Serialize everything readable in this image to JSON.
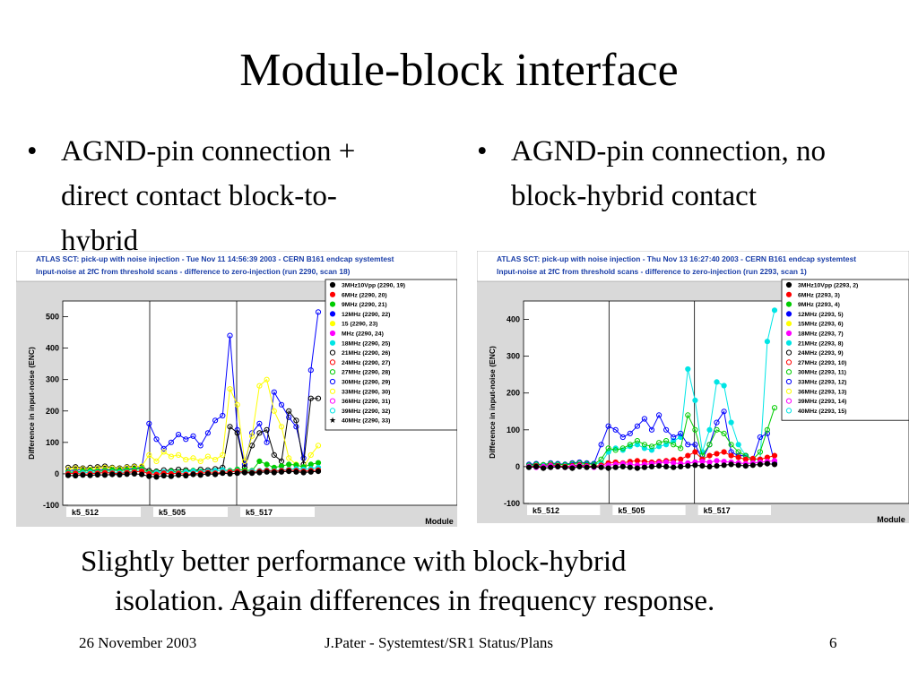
{
  "slide": {
    "title": "Module-block interface",
    "bullet_glyph": "•",
    "bullets": [
      {
        "lines": [
          "AGND-pin connection +",
          "direct contact block-to-",
          "hybrid"
        ]
      },
      {
        "lines": [
          "AGND-pin connection, no",
          "block-hybrid contact"
        ]
      }
    ],
    "summary_lines": [
      "Slightly better performance with block-hybrid",
      "isolation. Again differences in frequency response."
    ],
    "footer": {
      "date": "26 November 2003",
      "center": "J.Pater - Systemtest/SR1 Status/Plans",
      "page": "6"
    }
  },
  "chart_data": [
    {
      "type": "line",
      "header": [
        "ATLAS SCT: pick-up with noise injection  -  Tue Nov 11 14:56:39 2003  -  CERN B161 endcap systemtest",
        "Input-noise at 2fC from threshold scans - difference to zero-injection  (run 2290, scan 18)"
      ],
      "ylabel": "Difference in input-noise (ENC)",
      "xlabel": "Module",
      "ylim": [
        -100,
        550
      ],
      "yticks": [
        -100,
        0,
        100,
        200,
        300,
        400,
        500
      ],
      "groups": [
        "k5_512",
        "k5_505",
        "k5_517"
      ],
      "legend": [
        {
          "label": "3MHz10Vpp (2290, 19)",
          "color": "#000000",
          "filled": true
        },
        {
          "label": "6MHz (2290, 20)",
          "color": "#ff0000",
          "filled": true
        },
        {
          "label": "9MHz (2290, 21)",
          "color": "#00cc00",
          "filled": true
        },
        {
          "label": "12MHz (2290, 22)",
          "color": "#0000ff",
          "filled": true
        },
        {
          "label": "15 (2290, 23)",
          "color": "#ffff00",
          "filled": true
        },
        {
          "label": "MHz (2290, 24)",
          "color": "#ff00ff",
          "filled": true
        },
        {
          "label": "18MHz (2290, 25)",
          "color": "#00e5e5",
          "filled": true
        },
        {
          "label": "21MHz (2290, 26)",
          "color": "#000000",
          "filled": false
        },
        {
          "label": "24MHz (2290, 27)",
          "color": "#ff0000",
          "filled": false
        },
        {
          "label": "27MHz (2290, 28)",
          "color": "#00cc00",
          "filled": false
        },
        {
          "label": "30MHz (2290, 29)",
          "color": "#0000ff",
          "filled": false
        },
        {
          "label": "33MHz (2290, 30)",
          "color": "#ffff00",
          "filled": false
        },
        {
          "label": "36MHz (2290, 31)",
          "color": "#ff00ff",
          "filled": false
        },
        {
          "label": "39MHz (2290, 32)",
          "color": "#00e5e5",
          "filled": false
        },
        {
          "label": "40MHz (2290, 33)",
          "color": "#000000",
          "filled": true,
          "marker": "star"
        }
      ],
      "series": [
        {
          "color": "#0000ff",
          "filled": false,
          "values": [
            10,
            12,
            14,
            10,
            12,
            15,
            12,
            14,
            16,
            18,
            20,
            160,
            110,
            80,
            100,
            125,
            110,
            120,
            90,
            130,
            170,
            185,
            440,
            140,
            30,
            130,
            160,
            100,
            260,
            220,
            180,
            150,
            50,
            330,
            515
          ]
        },
        {
          "color": "#000000",
          "filled": false,
          "values": [
            20,
            22,
            18,
            20,
            22,
            24,
            20,
            18,
            22,
            24,
            22,
            10,
            8,
            12,
            10,
            14,
            12,
            10,
            14,
            12,
            16,
            20,
            150,
            130,
            20,
            90,
            130,
            140,
            60,
            40,
            200,
            170,
            30,
            240,
            240
          ]
        },
        {
          "color": "#ffff00",
          "filled": false,
          "values": [
            15,
            18,
            16,
            14,
            18,
            20,
            18,
            16,
            20,
            22,
            24,
            60,
            40,
            70,
            55,
            60,
            45,
            50,
            40,
            55,
            45,
            60,
            270,
            220,
            40,
            120,
            280,
            300,
            200,
            150,
            50,
            30,
            20,
            60,
            90
          ]
        },
        {
          "color": "#00cc00",
          "filled": true,
          "values": [
            5,
            6,
            8,
            10,
            8,
            10,
            12,
            10,
            12,
            14,
            16,
            5,
            6,
            4,
            8,
            6,
            8,
            10,
            8,
            6,
            10,
            12,
            10,
            14,
            12,
            10,
            40,
            30,
            20,
            25,
            30,
            28,
            22,
            30,
            35
          ]
        },
        {
          "color": "#00e5e5",
          "filled": true,
          "values": [
            2,
            4,
            3,
            5,
            4,
            6,
            5,
            4,
            6,
            8,
            10,
            2,
            4,
            6,
            5,
            4,
            6,
            8,
            6,
            8,
            10,
            12,
            8,
            10,
            6,
            8,
            10,
            12,
            10,
            12,
            14,
            16,
            14,
            16,
            20
          ]
        },
        {
          "color": "#ff0000",
          "filled": true,
          "values": [
            0,
            2,
            -2,
            0,
            2,
            4,
            2,
            0,
            4,
            6,
            8,
            0,
            -2,
            2,
            0,
            2,
            -2,
            0,
            2,
            4,
            2,
            4,
            6,
            8,
            6,
            4,
            8,
            10,
            8,
            10,
            12,
            10,
            8,
            10,
            12
          ]
        },
        {
          "color": "#000000",
          "filled": true,
          "values": [
            -5,
            -6,
            -4,
            -5,
            -3,
            -4,
            -2,
            -3,
            -1,
            0,
            -2,
            -8,
            -10,
            -6,
            -8,
            -4,
            -6,
            -2,
            -4,
            0,
            -2,
            2,
            0,
            2,
            4,
            2,
            4,
            6,
            4,
            6,
            8,
            6,
            4,
            6,
            8
          ]
        }
      ]
    },
    {
      "type": "line",
      "header": [
        "ATLAS SCT: pick-up with noise injection  -  Thu Nov 13 16:27:40 2003  -  CERN B161 endcap systemtest",
        "Input-noise at 2fC from threshold scans - difference to zero-injection  (run 2293, scan 1)"
      ],
      "ylabel": "Difference in input-noise (ENC)",
      "xlabel": "Module",
      "ylim": [
        -100,
        450
      ],
      "yticks": [
        -100,
        0,
        100,
        200,
        300,
        400
      ],
      "groups": [
        "k5_512",
        "k5_505",
        "k5_517"
      ],
      "legend": [
        {
          "label": "3MHz10Vpp (2293, 2)",
          "color": "#000000",
          "filled": true
        },
        {
          "label": "6MHz (2293, 3)",
          "color": "#ff0000",
          "filled": true
        },
        {
          "label": "9MHz (2293, 4)",
          "color": "#00cc00",
          "filled": true
        },
        {
          "label": "12MHz (2293, 5)",
          "color": "#0000ff",
          "filled": true
        },
        {
          "label": "15MHz (2293, 6)",
          "color": "#ffff00",
          "filled": true
        },
        {
          "label": "18MHz (2293, 7)",
          "color": "#ff00ff",
          "filled": true
        },
        {
          "label": "21MHz (2293, 8)",
          "color": "#00e5e5",
          "filled": true
        },
        {
          "label": "24MHz (2293, 9)",
          "color": "#000000",
          "filled": false
        },
        {
          "label": "27MHz (2293, 10)",
          "color": "#ff0000",
          "filled": false
        },
        {
          "label": "30MHz (2293, 11)",
          "color": "#00cc00",
          "filled": false
        },
        {
          "label": "33MHz (2293, 12)",
          "color": "#0000ff",
          "filled": false
        },
        {
          "label": "36MHz (2293, 13)",
          "color": "#ffff00",
          "filled": false
        },
        {
          "label": "39MHz (2293, 14)",
          "color": "#ff00ff",
          "filled": false
        },
        {
          "label": "40MHz (2293, 15)",
          "color": "#00e5e5",
          "filled": false
        }
      ],
      "series": [
        {
          "color": "#00e5e5",
          "filled": true,
          "values": [
            2,
            4,
            3,
            5,
            4,
            6,
            5,
            4,
            6,
            8,
            10,
            40,
            50,
            45,
            55,
            60,
            50,
            45,
            55,
            60,
            70,
            80,
            265,
            180,
            40,
            100,
            230,
            220,
            120,
            60,
            30,
            20,
            20,
            340,
            425
          ]
        },
        {
          "color": "#0000ff",
          "filled": false,
          "values": [
            6,
            8,
            5,
            10,
            8,
            6,
            10,
            12,
            10,
            8,
            60,
            110,
            100,
            80,
            90,
            110,
            130,
            100,
            140,
            100,
            80,
            90,
            60,
            60,
            20,
            60,
            120,
            150,
            40,
            30,
            30,
            20,
            80,
            90,
            10
          ]
        },
        {
          "color": "#00cc00",
          "filled": false,
          "values": [
            4,
            6,
            5,
            8,
            6,
            5,
            8,
            10,
            8,
            6,
            20,
            50,
            45,
            50,
            60,
            70,
            60,
            55,
            65,
            70,
            60,
            50,
            140,
            100,
            30,
            60,
            100,
            90,
            60,
            40,
            30,
            20,
            40,
            100,
            160
          ]
        },
        {
          "color": "#ff0000",
          "filled": true,
          "values": [
            0,
            2,
            0,
            4,
            2,
            0,
            2,
            4,
            2,
            0,
            4,
            10,
            12,
            10,
            14,
            16,
            14,
            12,
            14,
            16,
            18,
            20,
            30,
            40,
            20,
            30,
            35,
            40,
            30,
            25,
            20,
            22,
            20,
            25,
            30
          ]
        },
        {
          "color": "#ff00ff",
          "filled": true,
          "values": [
            0,
            -2,
            0,
            2,
            0,
            -2,
            0,
            2,
            0,
            -2,
            0,
            4,
            6,
            8,
            6,
            4,
            6,
            8,
            10,
            12,
            10,
            8,
            10,
            12,
            14,
            12,
            16,
            14,
            12,
            10,
            8,
            10,
            12,
            14,
            16
          ]
        },
        {
          "color": "#000000",
          "filled": true,
          "values": [
            -2,
            0,
            -4,
            -2,
            0,
            -2,
            -4,
            0,
            -2,
            0,
            -2,
            -4,
            -2,
            0,
            -2,
            -4,
            -2,
            0,
            2,
            0,
            -2,
            0,
            2,
            4,
            2,
            0,
            2,
            4,
            6,
            4,
            2,
            4,
            6,
            8,
            6
          ]
        }
      ]
    }
  ]
}
